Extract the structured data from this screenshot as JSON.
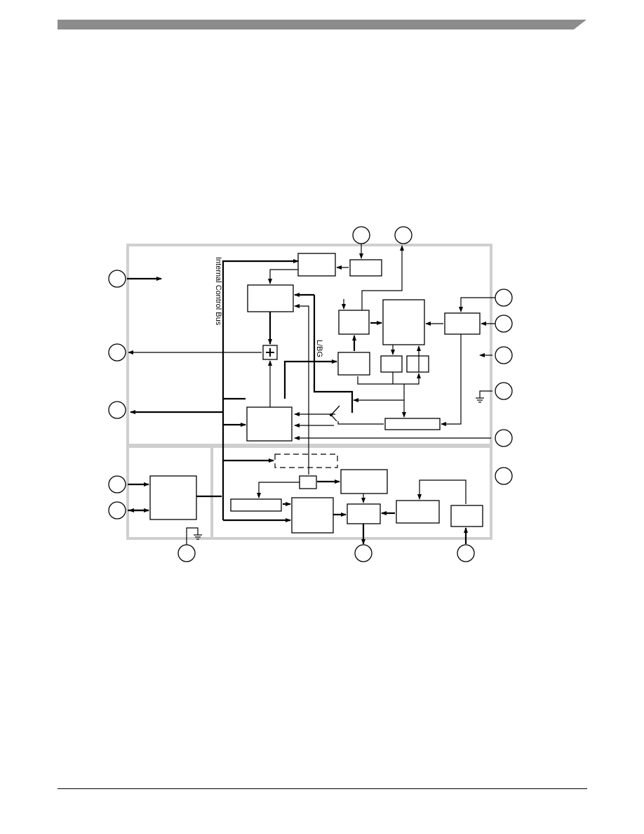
{
  "colors": {
    "header_bar": "#8c8c8c",
    "partition_border": "#cfcfcf",
    "line": "#000000"
  },
  "diagram": {
    "vertical_labels": {
      "bus": "Internal Control Bus",
      "net": "L/BG"
    },
    "pins": [
      {
        "id": "pin-top-left"
      },
      {
        "id": "pin-top-right"
      },
      {
        "id": "pin-left-1"
      },
      {
        "id": "pin-left-2"
      },
      {
        "id": "pin-left-3"
      },
      {
        "id": "pin-left-4"
      },
      {
        "id": "pin-left-5"
      },
      {
        "id": "pin-right-1"
      },
      {
        "id": "pin-right-2"
      },
      {
        "id": "pin-right-3"
      },
      {
        "id": "pin-right-4"
      },
      {
        "id": "pin-right-5"
      },
      {
        "id": "pin-right-6"
      },
      {
        "id": "pin-bottom-1"
      },
      {
        "id": "pin-bottom-2"
      },
      {
        "id": "pin-bottom-3"
      }
    ]
  }
}
